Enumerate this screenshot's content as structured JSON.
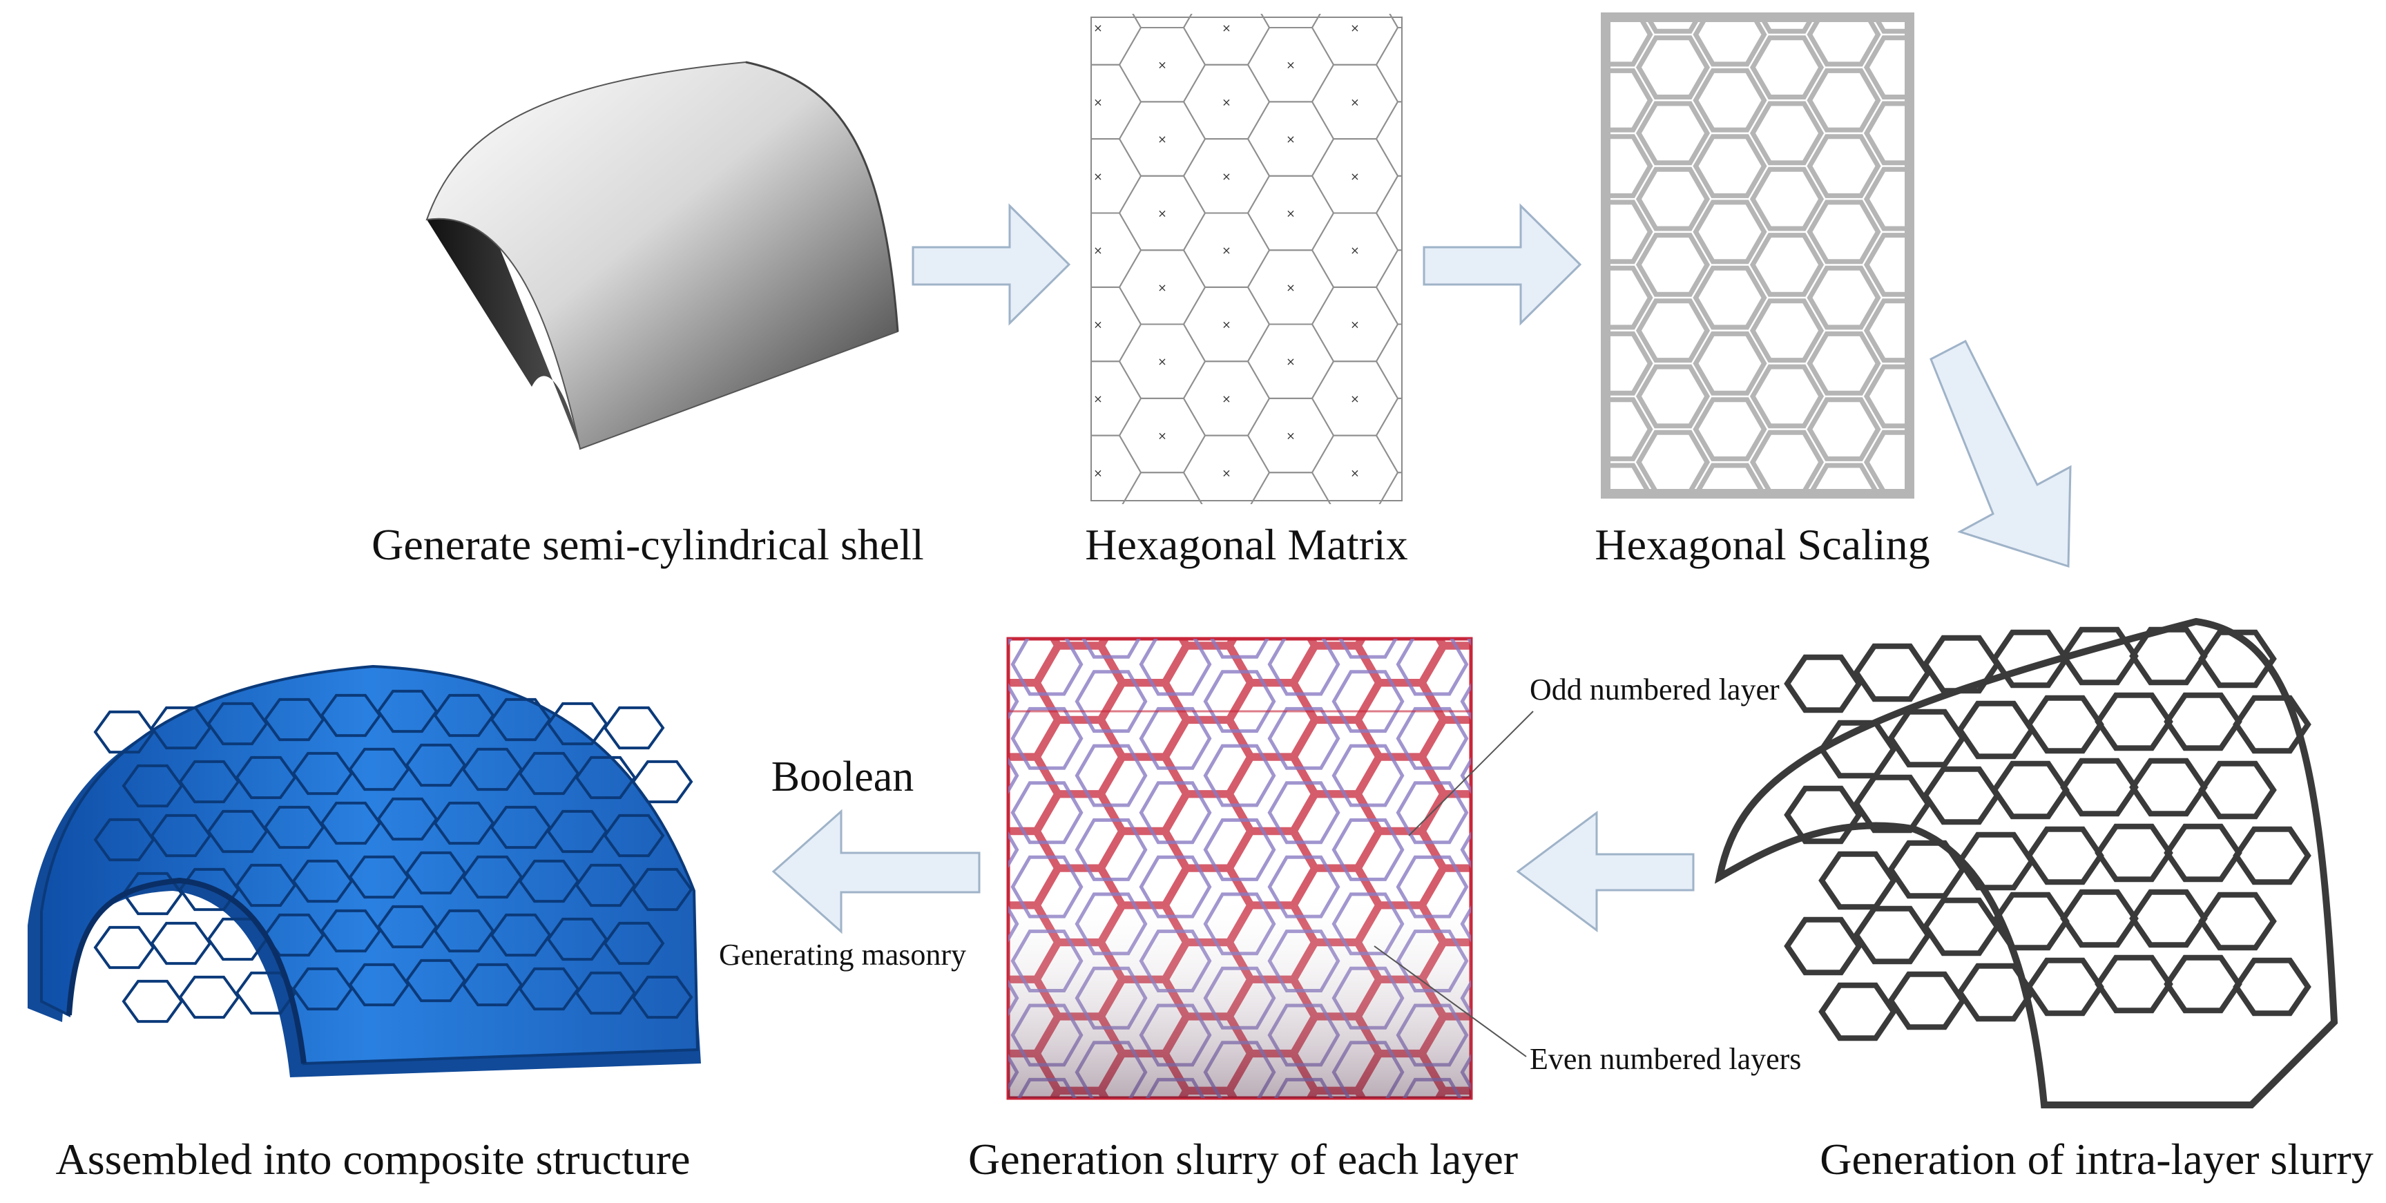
{
  "steps": {
    "shell": "Generate semi-cylindrical shell",
    "matrix": "Hexagonal Matrix",
    "scaling": "Hexagonal Scaling",
    "intra": "Generation of intra-layer slurry",
    "each_layer": "Generation slurry of each layer",
    "composite": "Assembled into composite structure"
  },
  "annotations": {
    "odd": "Odd numbered layer",
    "even": "Even numbered layers",
    "boolean": "Boolean",
    "masonry": "Generating masonry"
  },
  "colors": {
    "arrow_fill": "#e6eef8",
    "arrow_stroke": "#9fb3c8",
    "composite_blue": "#1f6fd1",
    "slurry_red": "#c8263a",
    "slurry_purple": "#8a7bc4",
    "frame_gray": "#b5b5b5"
  }
}
